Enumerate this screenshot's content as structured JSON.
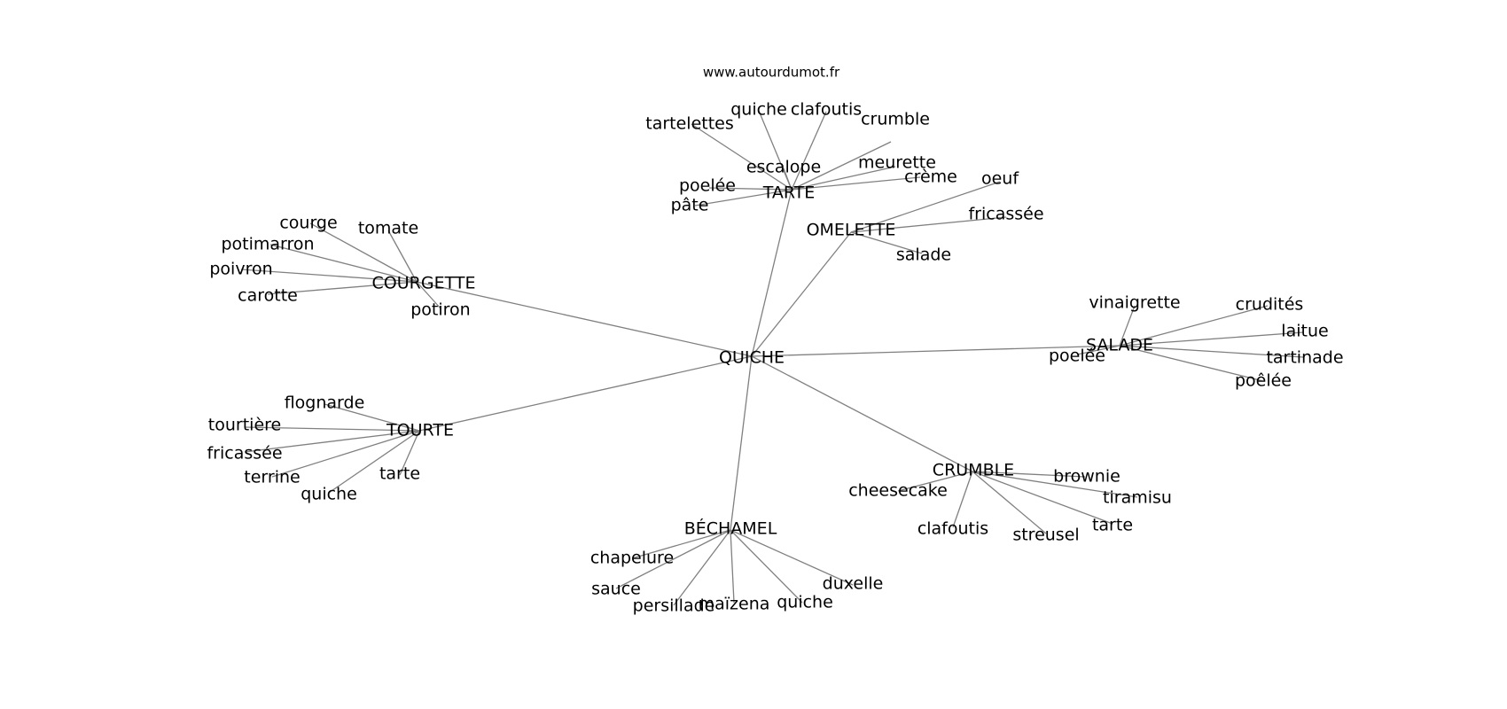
{
  "source": "www.autourdumot.fr",
  "center": "QUICHE",
  "clusters": [
    {
      "id": "tarte",
      "label": "TARTE",
      "leaves": [
        "tartelettes",
        "quiche",
        "clafoutis",
        "crumble",
        "escalope",
        "meurette",
        "poelée",
        "crème",
        "pâte"
      ]
    },
    {
      "id": "omelette",
      "label": "OMELETTE",
      "leaves": [
        "oeuf",
        "fricassée",
        "salade"
      ]
    },
    {
      "id": "courgette",
      "label": "COURGETTE",
      "leaves": [
        "courge",
        "tomate",
        "potimarron",
        "poivron",
        "carotte",
        "potiron"
      ]
    },
    {
      "id": "salade",
      "label": "SALADE",
      "leaves": [
        "vinaigrette",
        "crudités",
        "laitue",
        "poelée",
        "tartinade",
        "poêlée"
      ]
    },
    {
      "id": "tourte",
      "label": "TOURTE",
      "leaves": [
        "flognarde",
        "tourtière",
        "fricassée",
        "terrine",
        "quiche",
        "tarte"
      ]
    },
    {
      "id": "crumble",
      "label": "CRUMBLE",
      "leaves": [
        "brownie",
        "cheesecake",
        "tiramisu",
        "clafoutis",
        "streusel",
        "tarte"
      ]
    },
    {
      "id": "bechamel",
      "label": "BÉCHAMEL",
      "leaves": [
        "chapelure",
        "sauce",
        "persillade",
        "maïzena",
        "quiche",
        "duxelle"
      ]
    }
  ]
}
